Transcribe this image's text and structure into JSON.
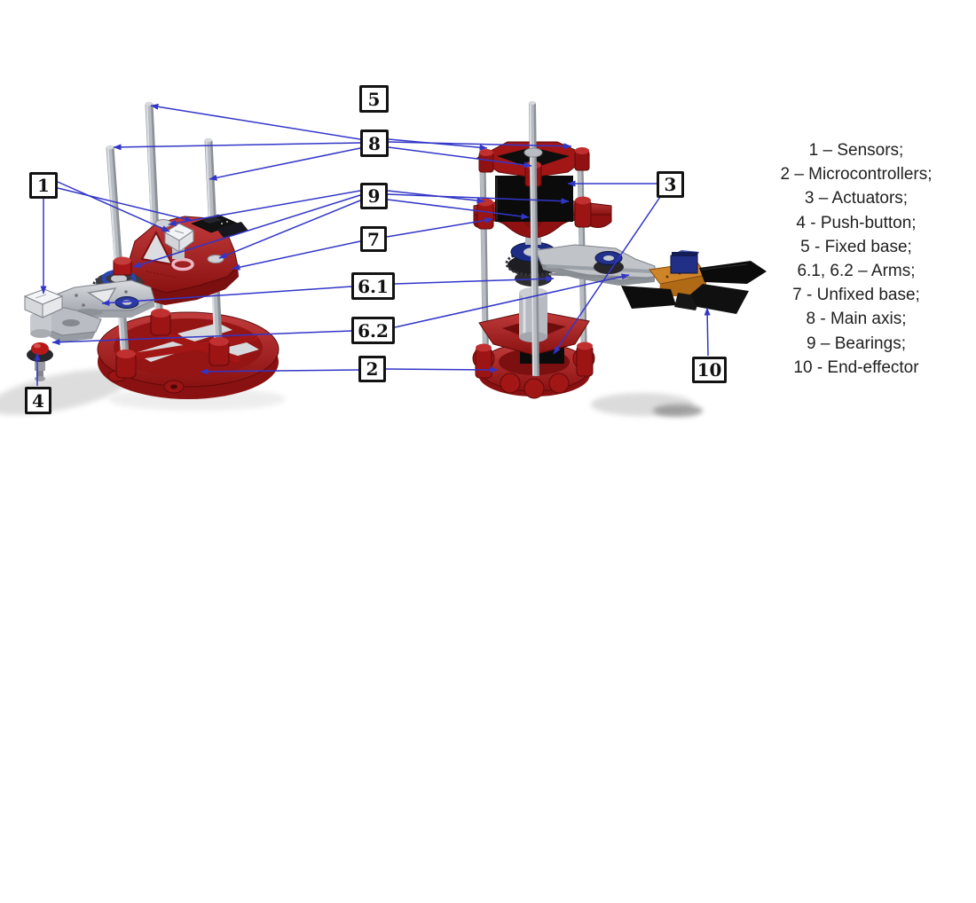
{
  "figure": {
    "type": "annotated-cad-diagram",
    "subject": "Two robot manipulator modules with numbered part callouts"
  },
  "callouts": {
    "c1": "1",
    "c2": "2",
    "c3": "3",
    "c4": "4",
    "c5": "5",
    "c6_1": "6.1",
    "c6_2": "6.2",
    "c7": "7",
    "c8": "8",
    "c9": "9",
    "c10": "10"
  },
  "legend": {
    "items": [
      "1 – Sensors;",
      "2 – Microcontrollers;",
      "3 – Actuators;",
      "4 - Push-button;",
      "5 - Fixed base;",
      "6.1, 6.2 – Arms;",
      "7 - Unfixed base;",
      "8 - Main axis;",
      "9 – Bearings;",
      "10 - End-effector"
    ]
  },
  "colors": {
    "arrow_color": "#3236c8",
    "callout_border": "#121212",
    "machine_red": "#a31616",
    "metal_gray": "#b4b8bf",
    "legend_text": "#1f1f1f",
    "bearing_blue": "#21318c",
    "bracket_orange": "#d08428"
  }
}
